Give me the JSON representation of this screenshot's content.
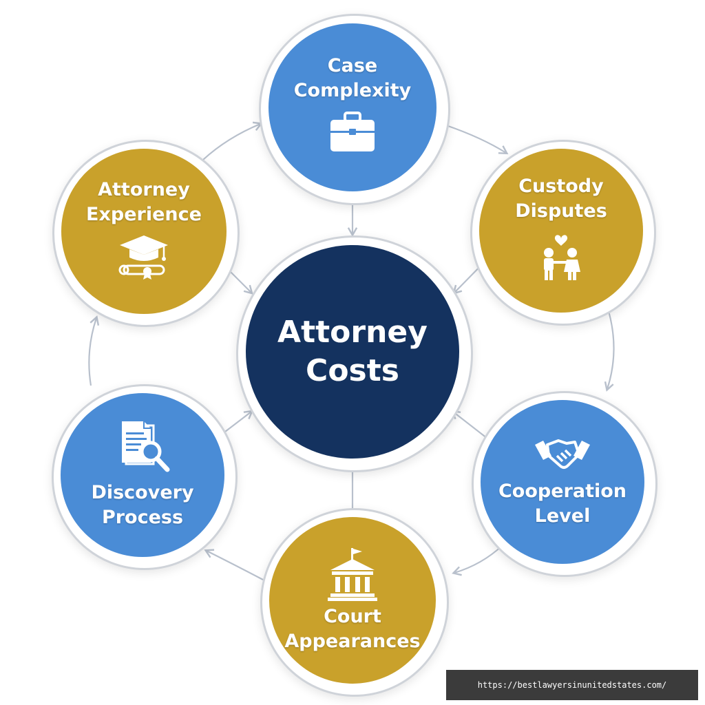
{
  "center": {
    "line1": "Attorney",
    "line2": "Costs"
  },
  "nodes": [
    {
      "id": "case-complexity",
      "line1": "Case",
      "line2": "Complexity",
      "icon": "briefcase-icon",
      "color": "#4a8cd6"
    },
    {
      "id": "custody-disputes",
      "line1": "Custody",
      "line2": "Disputes",
      "icon": "children-heart-icon",
      "color": "#c9a12b"
    },
    {
      "id": "cooperation-level",
      "line1": "Cooperation",
      "line2": "Level",
      "icon": "handshake-icon",
      "color": "#4a8cd6"
    },
    {
      "id": "court-appearances",
      "line1": "Court",
      "line2": "Appearances",
      "icon": "courthouse-icon",
      "color": "#c9a12b"
    },
    {
      "id": "discovery-process",
      "line1": "Discovery",
      "line2": "Process",
      "icon": "document-search-icon",
      "color": "#4a8cd6"
    },
    {
      "id": "attorney-experience",
      "line1": "Attorney",
      "line2": "Experience",
      "icon": "graduation-cap-diploma-icon",
      "color": "#c9a12b"
    }
  ],
  "colors": {
    "blue": "#4a8cd6",
    "gold": "#c9a12b",
    "navy": "#14325f",
    "connector": "#b8c0cc"
  },
  "watermark": {
    "url": "https://bestlawyersinunitedstates.com/"
  }
}
